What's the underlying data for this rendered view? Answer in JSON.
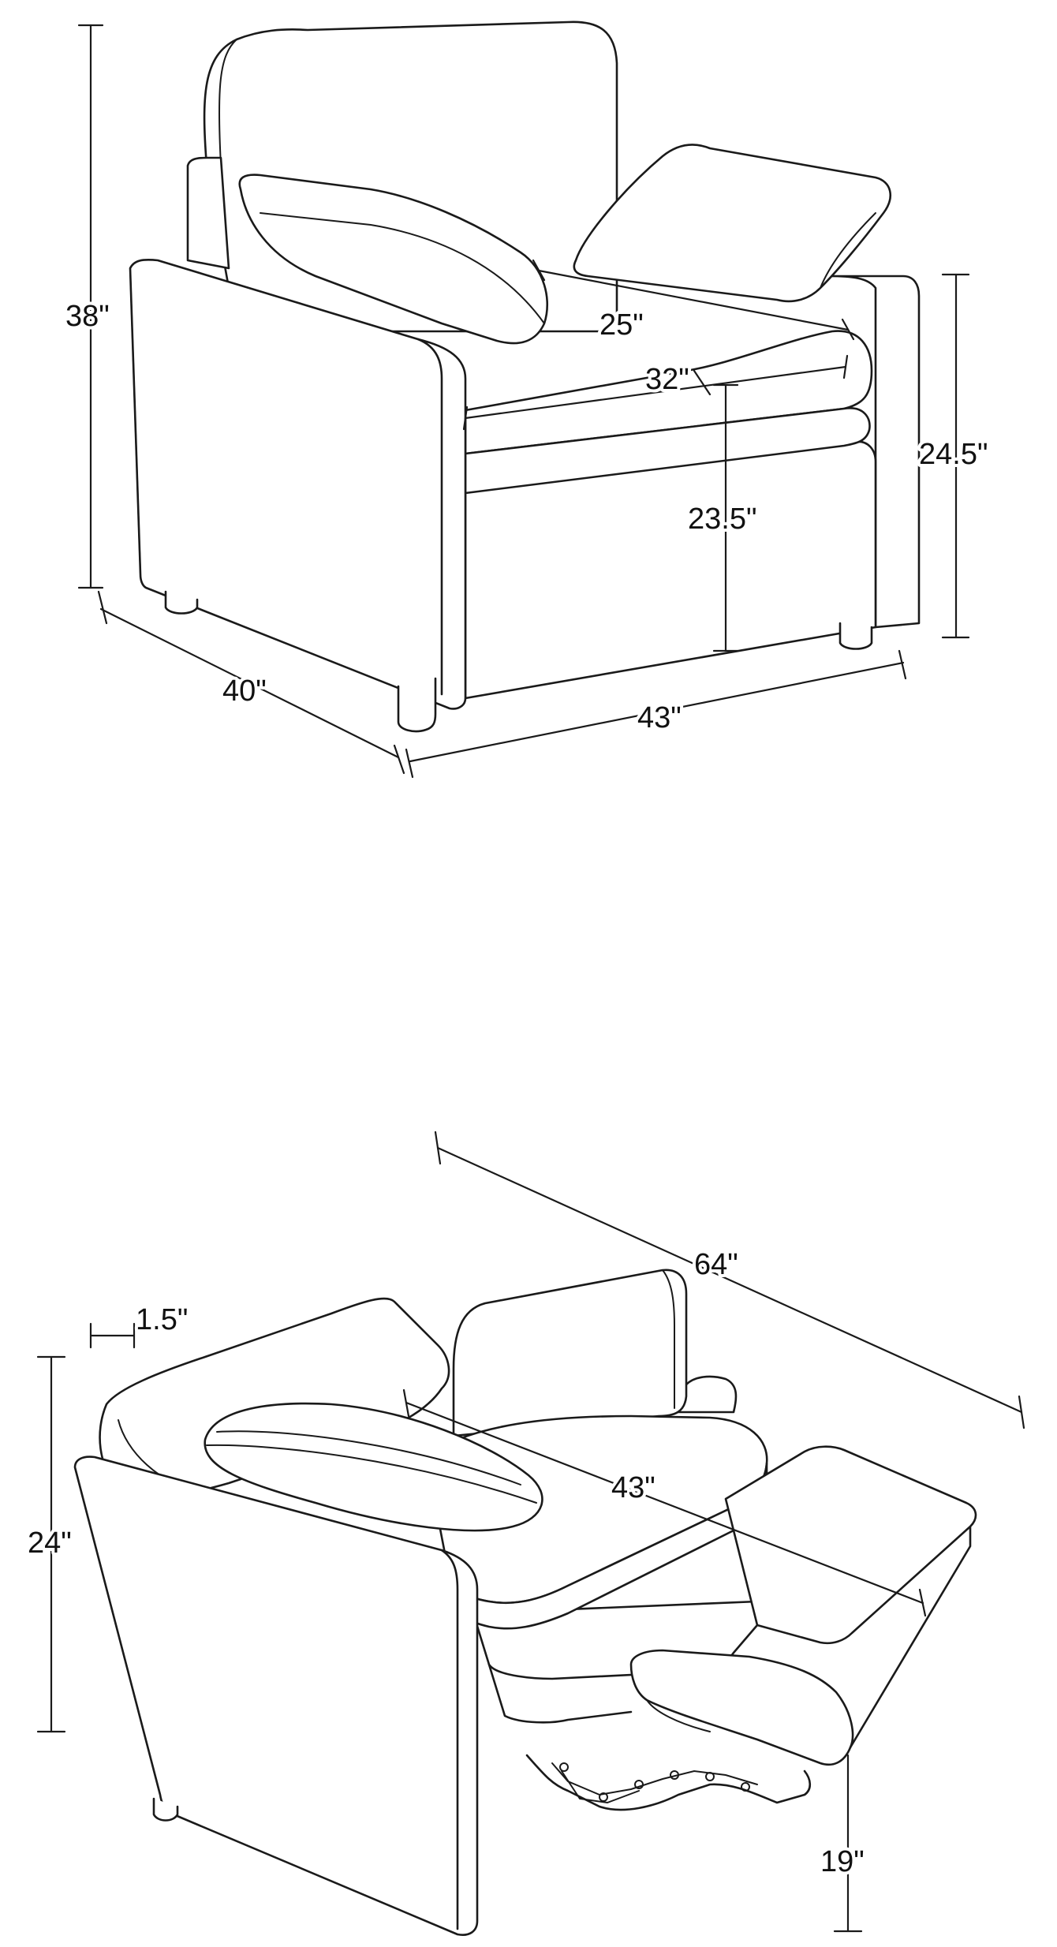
{
  "upright_view": {
    "dimensions": {
      "height": "38\"",
      "depth": "40\"",
      "width": "43\"",
      "seat_depth": "25\"",
      "seat_width": "32\"",
      "seat_height": "23.5\"",
      "arm_height": "24.5\""
    }
  },
  "reclined_view": {
    "dimensions": {
      "overall_length": "64\"",
      "headrest_offset": "1.5\"",
      "arm_height": "24\"",
      "seat_to_footrest": "43\"",
      "footrest_height": "19\""
    }
  }
}
